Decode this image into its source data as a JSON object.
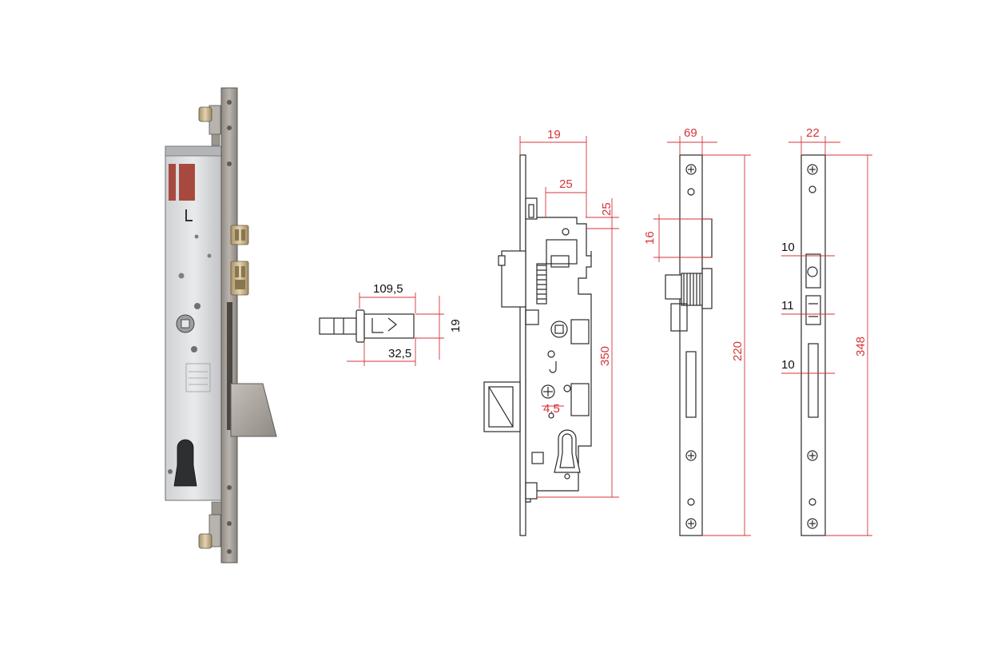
{
  "colors": {
    "dimension_red": "#d4343a",
    "outline": "#2a2a2a",
    "steel_light": "#d9dadb",
    "steel_dark": "#8f9296",
    "faceplate": "#a8a29a",
    "brass": "#c9b48a",
    "sticker": "#a8493f"
  },
  "dimensions": {
    "bolt_length": "109,5",
    "bolt_height": "19",
    "bolt_offset": "32,5",
    "backset_width": "19",
    "top_offset_horizontal": "25",
    "top_offset_vertical": "25",
    "case_height": "350",
    "cylinder_distance": "4,5",
    "faceplate_width_a": "69",
    "latch_height": "16",
    "faceplate_length_a": "220",
    "faceplate_width_b": "22",
    "slot_a": "10",
    "slot_b": "11",
    "slot_c": "10",
    "faceplate_length_b": "348"
  }
}
